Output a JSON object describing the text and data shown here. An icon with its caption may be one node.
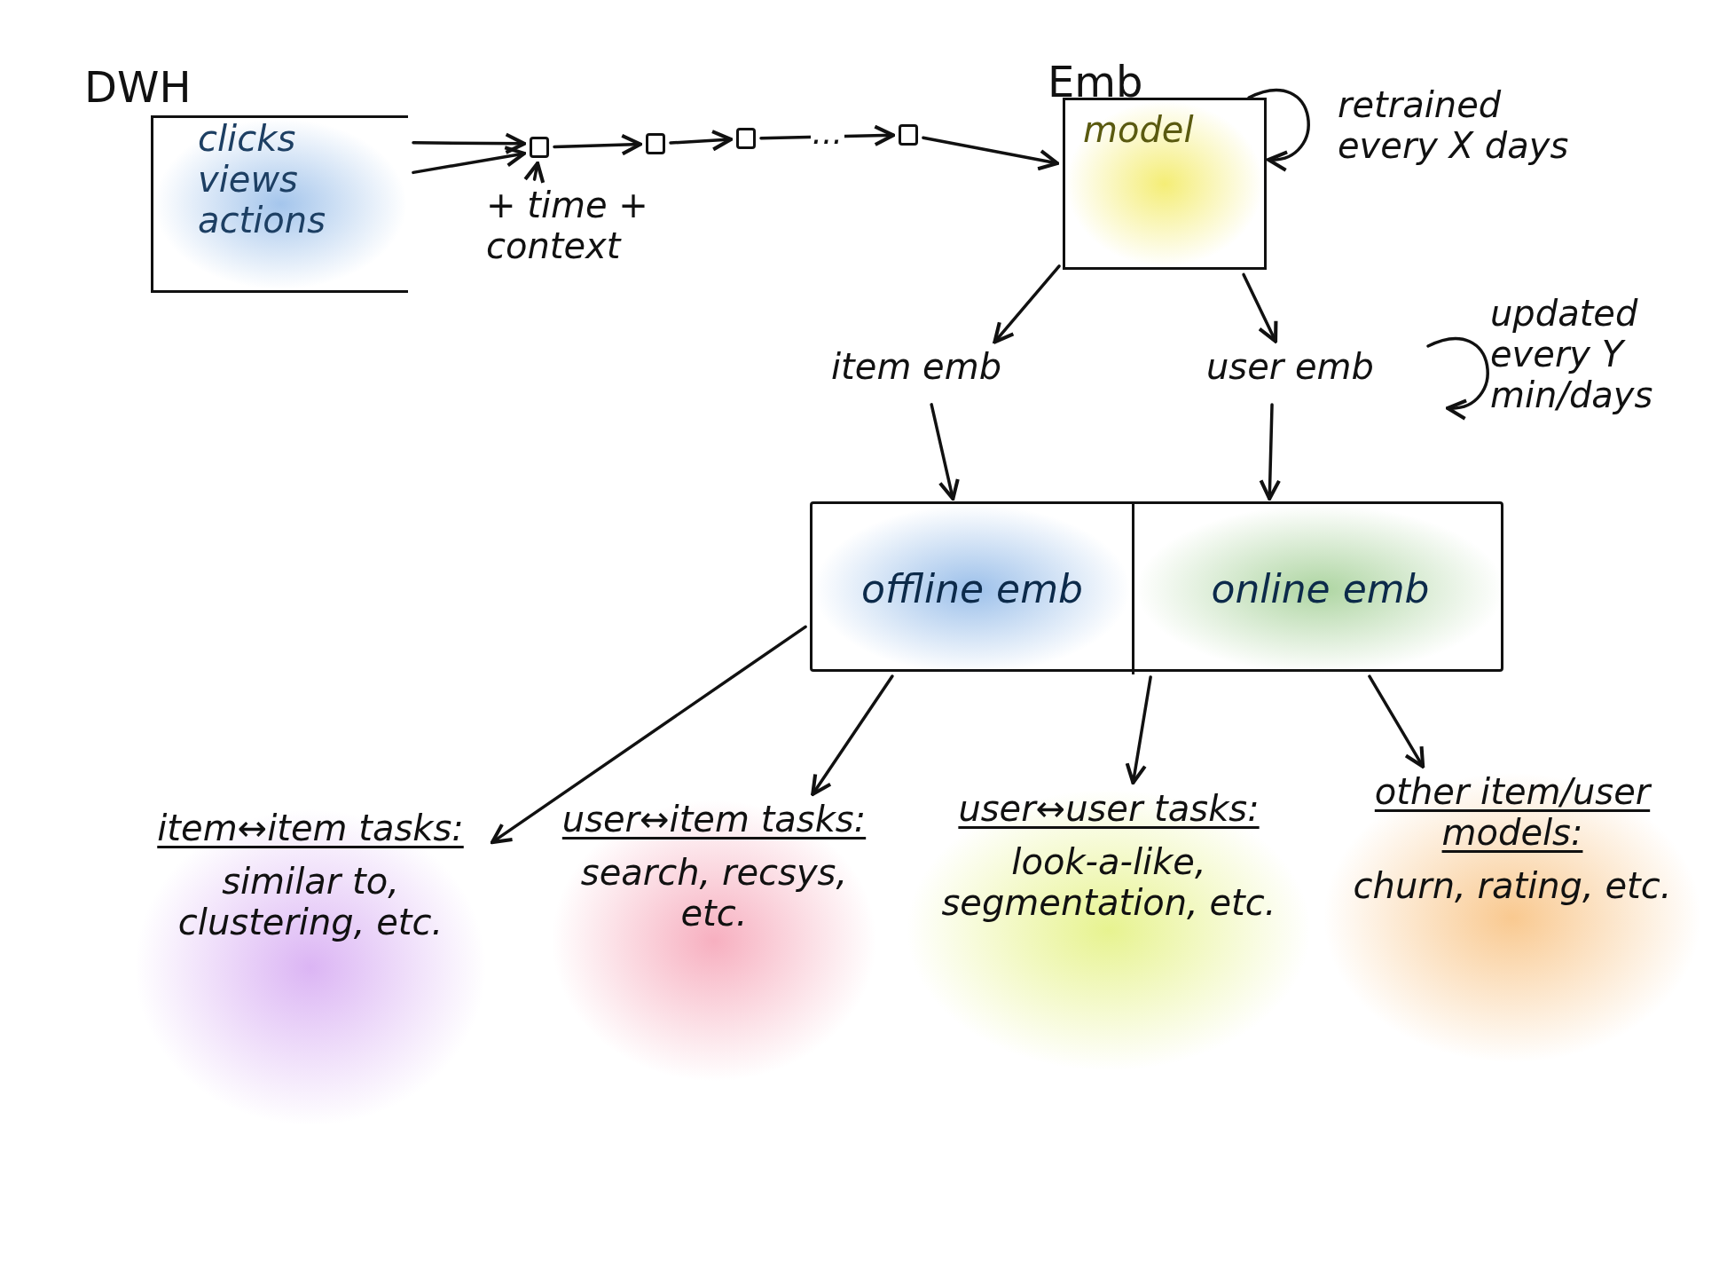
{
  "diagram": {
    "nodes": [
      {
        "text": [
          "DWH",
          "clicks views actions"
        ]
      },
      {
        "text": [
          "+ time + context"
        ]
      },
      {
        "text": [],
        "shape": "box"
      },
      {
        "text": [],
        "shape": "box"
      },
      {
        "text": [],
        "shape": "box"
      },
      {
        "text": [],
        "shape": "box"
      },
      {
        "text": [
          "Emb",
          "model"
        ],
        "beside": [
          "retrained every X days"
        ]
      },
      {
        "text": [
          "item emb"
        ]
      },
      {
        "text": [
          "user emb"
        ],
        "beside": [
          "updated every Y min/days"
        ]
      },
      {
        "text": [],
        "shape": "box"
      },
      {
        "text": [
          "offline emb"
        ],
        "in": 9
      },
      {
        "text": [
          "online emb"
        ],
        "in": 9
      },
      {
        "text": [
          "item↔item tasks:",
          "similar to, clustering, etc."
        ]
      },
      {
        "text": [
          "user↔item tasks:",
          "search, recsys, etc."
        ]
      },
      {
        "text": [
          "user↔user tasks:",
          "look-a-like, segmentation, etc."
        ]
      },
      {
        "text": [
          "other item/user models:",
          "churn, rating, etc."
        ]
      }
    ],
    "edges": [
      {
        "from": 0,
        "to": 2,
        "arrow": "to"
      },
      {
        "from": 0,
        "to": 2,
        "arrow": "to"
      },
      {
        "from": 1,
        "to": 2,
        "arrow": "to"
      },
      {
        "from": 2,
        "to": 3,
        "arrow": "to"
      },
      {
        "from": 3,
        "to": 4,
        "arrow": "to"
      },
      {
        "from": 4,
        "to": 5,
        "arrow": "to",
        "label": "..."
      },
      {
        "from": 5,
        "to": 6,
        "arrow": "to"
      },
      {
        "from": 6,
        "to": 6,
        "arrow": "to"
      },
      {
        "from": 6,
        "to": 7,
        "arrow": "to"
      },
      {
        "from": 6,
        "to": 8,
        "arrow": "to"
      },
      {
        "from": 8,
        "to": 8,
        "arrow": "to"
      },
      {
        "from": 7,
        "to": 10,
        "arrow": "to"
      },
      {
        "from": 8,
        "to": 11,
        "arrow": "to"
      },
      {
        "from": 9,
        "to": 12,
        "arrow": "to"
      },
      {
        "from": 9,
        "to": 13,
        "arrow": "to"
      },
      {
        "from": 9,
        "to": 14,
        "arrow": "to"
      },
      {
        "from": 9,
        "to": 15,
        "arrow": "to"
      }
    ]
  }
}
